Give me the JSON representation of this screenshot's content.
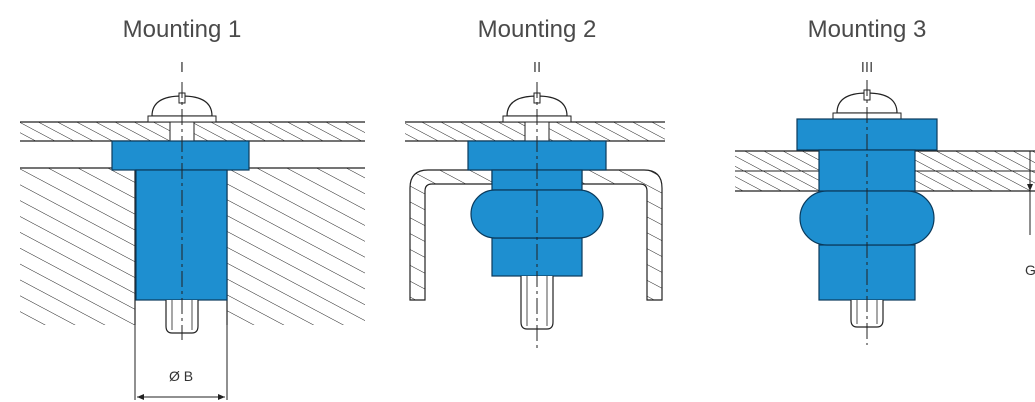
{
  "mountings": [
    {
      "title": "Mounting 1",
      "roman": "I"
    },
    {
      "title": "Mounting 2",
      "roman": "II"
    },
    {
      "title": "Mounting 3",
      "roman": "III"
    }
  ],
  "dimensions": {
    "diameter_label": "Ø B",
    "cut_off_label": "G"
  },
  "colors": {
    "part_fill": "#1e8fd0",
    "part_stroke": "#0a3a5c",
    "hatch": "#222222",
    "text": "#4a4a4a"
  }
}
